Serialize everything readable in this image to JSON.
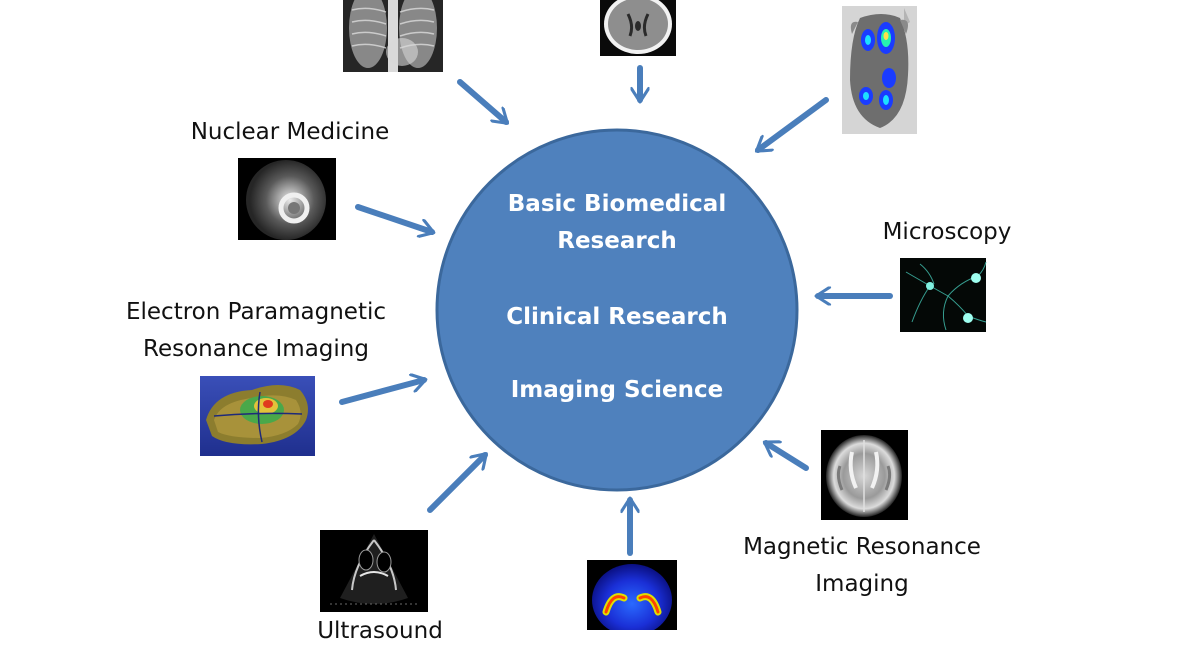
{
  "center": {
    "lines": [
      "Basic Biomedical",
      "Research",
      "Clinical Research",
      "Imaging Science"
    ],
    "fill": "#4f81bd",
    "stroke": "#3b689c"
  },
  "arrow_color": "#4a7ebb",
  "modalities": [
    {
      "id": "xray",
      "label": "",
      "image": "chest-x-ray-image"
    },
    {
      "id": "ct",
      "label": "",
      "image": "brain-ct-image"
    },
    {
      "id": "optical",
      "label": "",
      "image": "bioluminescence-mouse-image"
    },
    {
      "id": "nuclear",
      "label": "Nuclear Medicine",
      "image": "nuclear-medicine-heart-image"
    },
    {
      "id": "microscopy",
      "label": "Microscopy",
      "image": "fluorescence-neuron-image"
    },
    {
      "id": "epr",
      "label_lines": [
        "Electron Paramagnetic",
        "Resonance Imaging"
      ],
      "image": "epr-3d-render-image"
    },
    {
      "id": "mri",
      "label_lines": [
        "Magnetic Resonance",
        "Imaging"
      ],
      "image": "brain-mri-image"
    },
    {
      "id": "ultrasound",
      "label": "Ultrasound",
      "image": "echocardiogram-image"
    },
    {
      "id": "pet",
      "label": "",
      "image": "pet-brain-scan-image"
    }
  ]
}
